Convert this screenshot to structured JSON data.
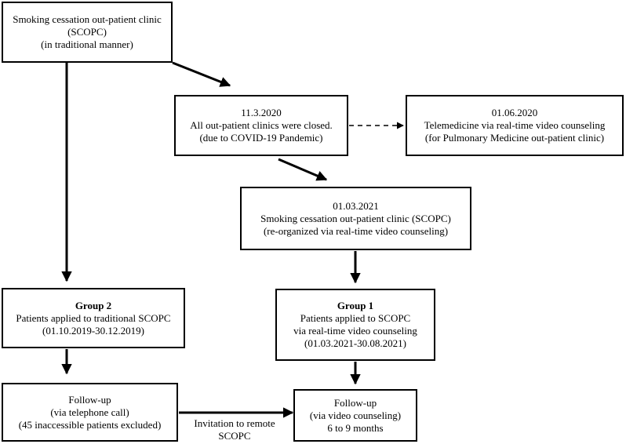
{
  "boxes": {
    "scopc_traditional": {
      "lines": [
        "Smoking cessation out-patient clinic",
        "(SCOPC)",
        "(in traditional manner)"
      ]
    },
    "clinics_closed": {
      "lines": [
        "11.3.2020",
        "All out-patient clinics were closed.",
        "(due to COVID-19 Pandemic)"
      ]
    },
    "telemedicine": {
      "lines": [
        "01.06.2020",
        "Telemedicine via real-time video counseling",
        "(for Pulmonary Medicine out-patient clinic)"
      ]
    },
    "scopc_reorganized": {
      "lines": [
        "01.03.2021",
        "Smoking cessation out-patient clinic (SCOPC)",
        "(re-organized via real-time video counseling)"
      ]
    },
    "group2": {
      "title": "Group 2",
      "lines": [
        "Patients applied to traditional SCOPC",
        "(01.10.2019-30.12.2019)"
      ]
    },
    "group1": {
      "title": "Group 1",
      "lines": [
        "Patients applied to SCOPC",
        "via real-time video counseling",
        "(01.03.2021-30.08.2021)"
      ]
    },
    "followup_phone": {
      "lines": [
        "Follow-up",
        "(via telephone call)",
        "(45 inaccessible patients excluded)"
      ]
    },
    "followup_video": {
      "lines": [
        "Follow-up",
        "(via video counseling)",
        "6 to 9 months"
      ]
    }
  },
  "edge_label": {
    "lines": [
      "Invitation to remote",
      "SCOPC"
    ]
  }
}
